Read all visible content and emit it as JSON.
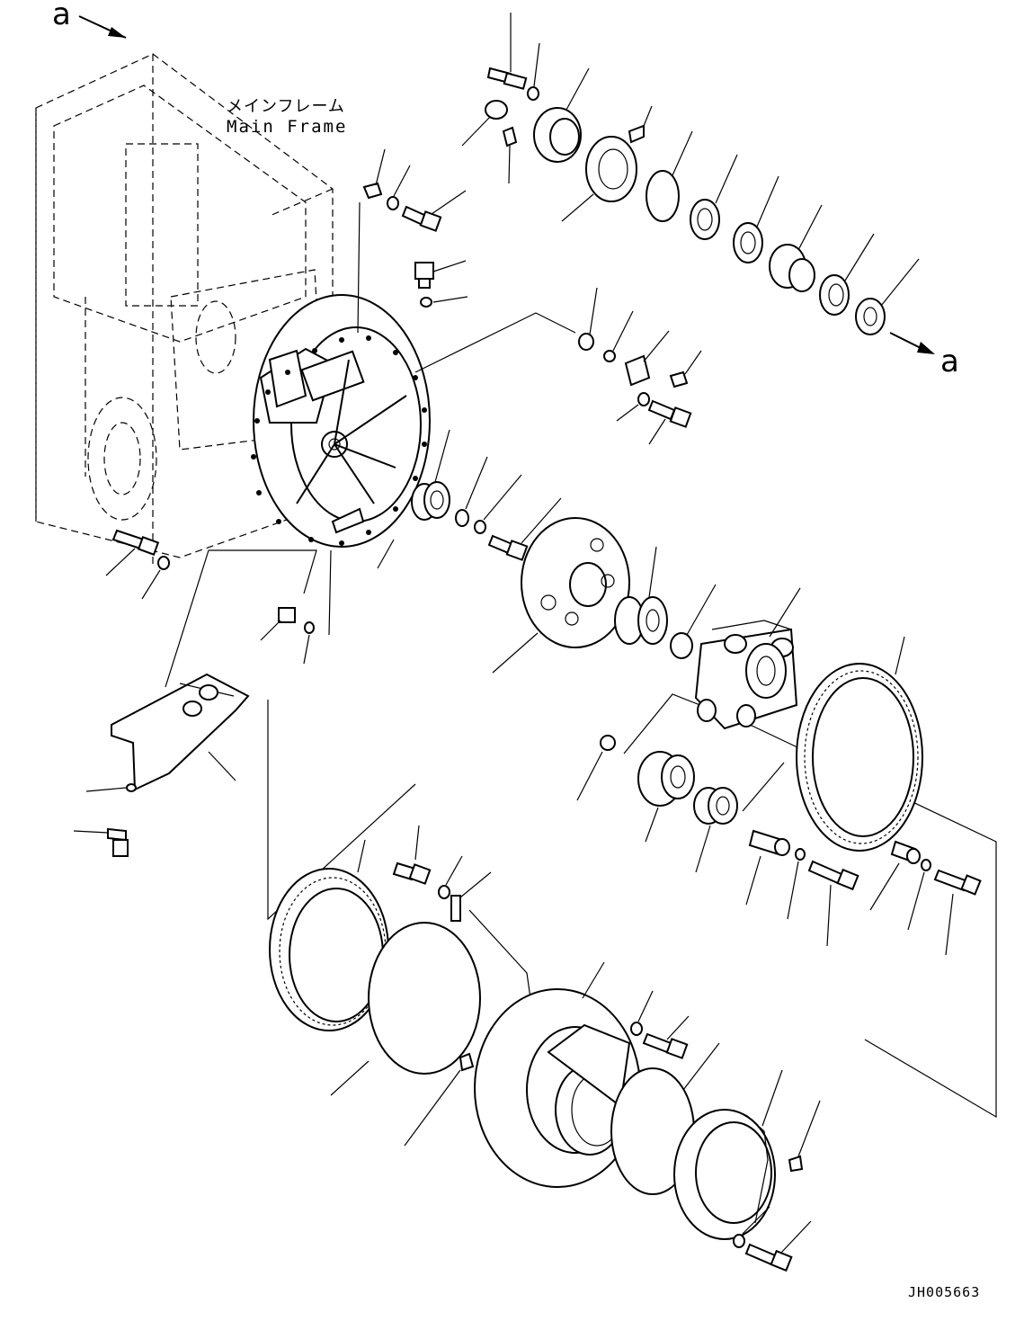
{
  "labels": {
    "main_frame_jp": "メインフレーム",
    "main_frame_en": "Main Frame",
    "ref_top": "a",
    "ref_right": "a",
    "drawing_code": "JH005663"
  }
}
